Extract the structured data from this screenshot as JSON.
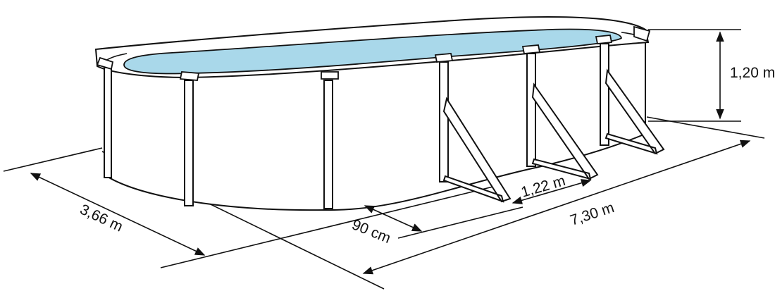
{
  "dimensions": {
    "width_label": "3,66 m",
    "length_label": "7,30 m",
    "height_label": "1,20 m",
    "buttress_spacing_label": "1,22 m",
    "buttress_depth_label": "90 cm"
  },
  "colors": {
    "water": "#a9d8ea",
    "line": "#111111",
    "background": "#ffffff"
  }
}
